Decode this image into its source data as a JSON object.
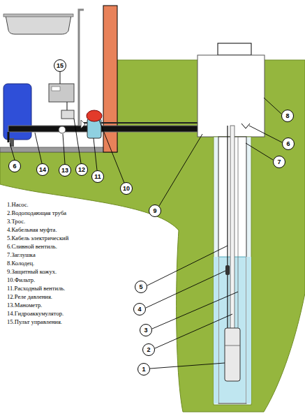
{
  "diagram": {
    "labels": [
      "1.Насос.",
      "2.Водоподающая труба",
      "3.Трос.",
      "4.Кабельная муфта.",
      "5.Кабель электрический",
      "6.Сливной вентиль.",
      "7.Заглушка",
      "8.Колодец.",
      "9.Защитный кожух.",
      "10.Фильтр.",
      "11.Расходный вентиль.",
      "12.Реле давления.",
      "13.Манометр.",
      "14.Гидроаккумулятор.",
      "15.Пульт управления.",
      "15",
      "6",
      "14",
      "13",
      "12",
      "11",
      "10",
      "9",
      "8",
      "6",
      "7",
      "5",
      "4",
      "3",
      "2",
      "1"
    ]
  }
}
